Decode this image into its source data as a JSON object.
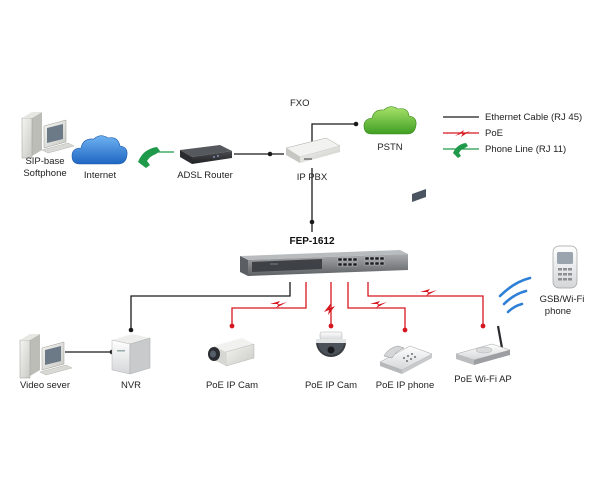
{
  "legend": {
    "ethernet": "Ethernet Cable (RJ 45)",
    "poe": "PoE",
    "phone": "Phone Line (RJ 11)"
  },
  "nodes": {
    "sip_softphone_line1": "SIP-base",
    "sip_softphone_line2": "Softphone",
    "internet": "Internet",
    "adsl_router": "ADSL Router",
    "ip_pbx": "IP PBX",
    "fxo": "FXO",
    "pstn": "PSTN",
    "switch": "FEP-1612",
    "video_server": "Video sever",
    "nvr": "NVR",
    "poe_ip_cam_1": "PoE IP Cam",
    "poe_ip_cam_2": "PoE IP Cam",
    "poe_ip_phone": "PoE IP phone",
    "poe_wifi_ap": "PoE Wi-Fi AP",
    "gsb_wifi_line1": "GSB/Wi-Fi",
    "gsb_wifi_line2": "phone"
  },
  "colors": {
    "ethernet": "#1a1a1a",
    "poe": "#d7171f",
    "phone": "#1f9a4a",
    "cloud_internet": "#2e7fd6",
    "cloud_pstn": "#5fbf3a",
    "wifi_waves": "#2e7fd6"
  }
}
